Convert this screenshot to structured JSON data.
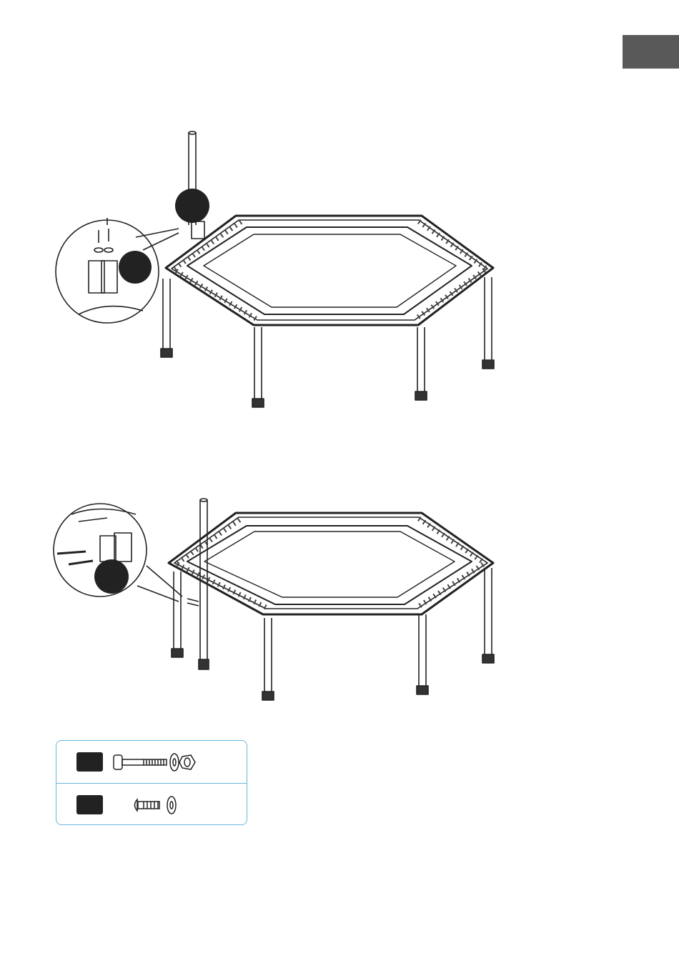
{
  "page": {
    "language_tab": {
      "color": "#595959"
    },
    "accent_color": "#6ab6e0"
  },
  "figures": [
    {
      "id": "step-1",
      "callouts": 2,
      "icons": [
        "trampoline-hexagon",
        "vertical-pole",
        "detail-magnifier-bracket"
      ]
    },
    {
      "id": "step-2",
      "callouts": 1,
      "icons": [
        "trampoline-hexagon",
        "vertical-pole",
        "detail-magnifier-bolts"
      ]
    }
  ],
  "parts": [
    {
      "icons": [
        "bolt-icon",
        "washer-icon",
        "nut-icon"
      ]
    },
    {
      "icons": [
        "screw-icon",
        "washer-icon"
      ]
    }
  ]
}
